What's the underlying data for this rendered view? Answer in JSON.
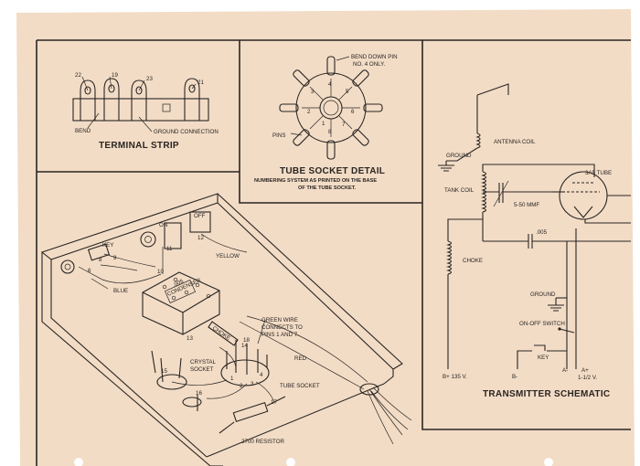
{
  "terminal_strip": {
    "title": "TERMINAL STRIP",
    "labels": {
      "pin22": "22",
      "pin19": "19",
      "pin23": "23",
      "pin21": "21",
      "bend": "BEND",
      "ground": "GROUND CONNECTION"
    }
  },
  "tube_socket": {
    "title": "TUBE SOCKET DETAIL",
    "caption_line1": "NUMBERING SYSTEM AS PRINTED ON THE BASE",
    "caption_line2": "OF THE TUBE SOCKET.",
    "bend_line1": "BEND DOWN PIN",
    "bend_line2": "NO. 4 ONLY.",
    "pins_label": "PINS",
    "pin_numbers": [
      "1",
      "2",
      "3",
      "4",
      "5",
      "6",
      "7",
      "8"
    ]
  },
  "schematic": {
    "title": "TRANSMITTER SCHEMATIC",
    "antenna_coil": "ANTENNA COIL",
    "ground_top": "GROUND",
    "tank_coil": "TANK COIL",
    "cap_var": "5-50 MMF",
    "tube": "3A5 TUBE",
    "cap_fixed": ".005",
    "choke": "CHOKE",
    "ground_mid": "GROUND",
    "onoff": "ON-OFF SWITCH",
    "key": "KEY",
    "b_plus": "B+ 135 V.",
    "b_minus": "B-",
    "a_minus": "A-",
    "a_plus_1": "A+",
    "a_plus_2": "1-1/2 V."
  },
  "chassis": {
    "key": "KEY",
    "on": "ON",
    "off": "OFF",
    "yellow": "YELLOW",
    "blue": "BLUE",
    "condenser_1": ".005",
    "condenser_2": "CONDENSER",
    "choke": "CHOKE",
    "green_1": "GREEN WIRE",
    "green_2": "CONNECTS TO",
    "green_3": "PINS 1 AND 7.",
    "red": "RED",
    "crystal_1": "CRYSTAL",
    "crystal_2": "SOCKET",
    "tube_socket": "TUBE SOCKET",
    "resistor": "2700 RESISTOR",
    "n6": "6",
    "n8": "8",
    "n9": "9",
    "n10": "10",
    "n11": "11",
    "n12": "12",
    "n13": "13",
    "n14": "14",
    "n15": "15",
    "n16": "16",
    "n17": "17",
    "n18": "18",
    "n1": "1",
    "n2": "2",
    "n3": "3",
    "n4": "4"
  },
  "colors": {
    "paper": "#f2dcc6",
    "ink": "#2a2522",
    "background": "#ffffff"
  }
}
